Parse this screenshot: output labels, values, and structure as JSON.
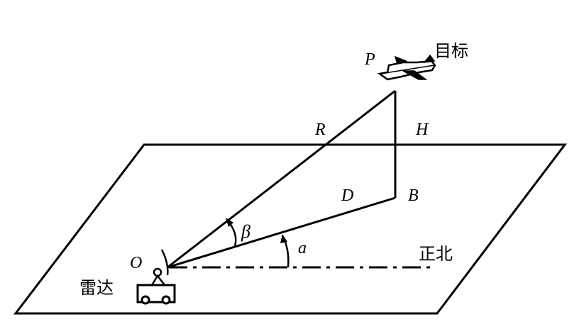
{
  "labels": {
    "target_point": "P",
    "target_name": "目标",
    "slant_range": "R",
    "height": "H",
    "ground_range": "D",
    "ground_point": "B",
    "elevation_angle": "β",
    "azimuth_angle": "a",
    "origin": "O",
    "north": "正北",
    "radar": "雷达"
  },
  "colors": {
    "ink": "#000000",
    "paper": "#ffffff"
  }
}
